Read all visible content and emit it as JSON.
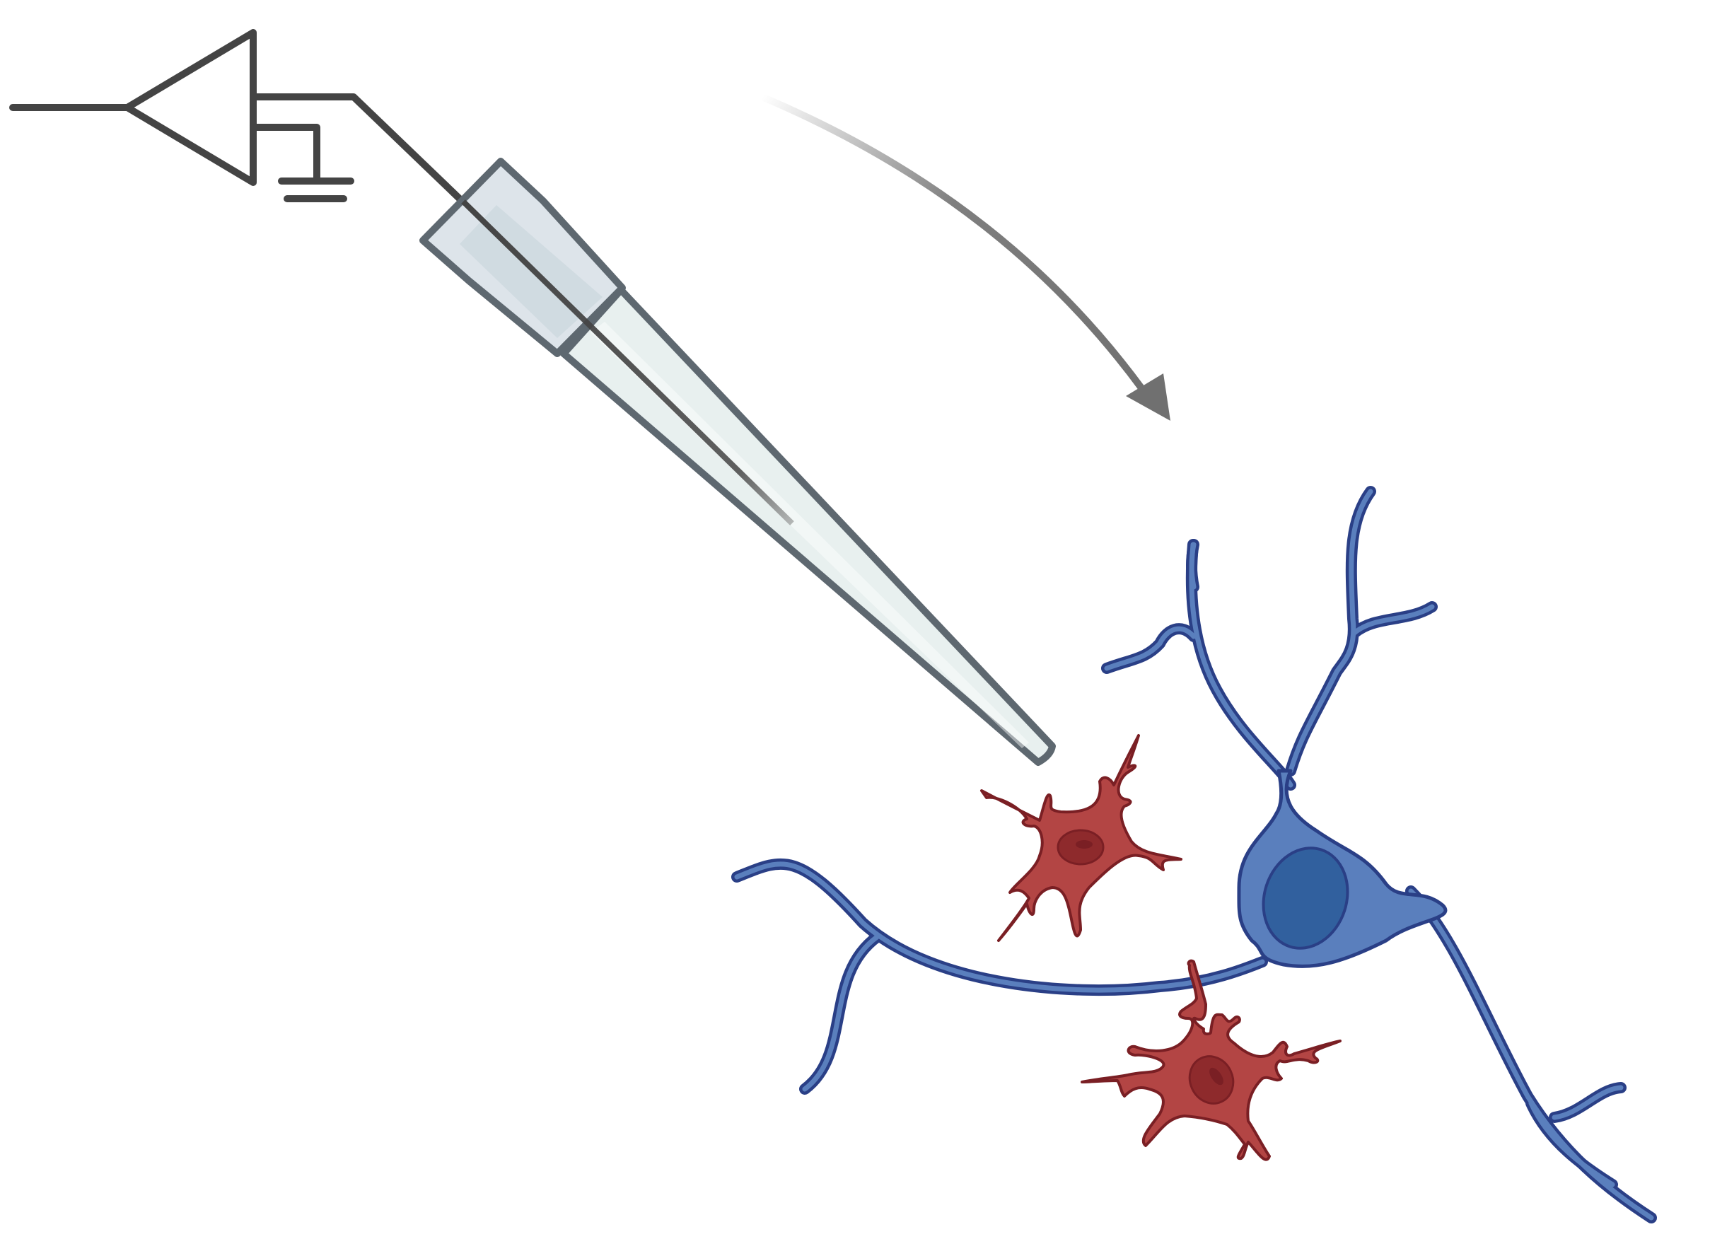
{
  "diagram": {
    "kind": "electrophysiology-recording-schematic",
    "components": [
      {
        "id": "amplifier",
        "icon": "amplifier-triangle-icon"
      },
      {
        "id": "ground",
        "icon": "ground-symbol-icon"
      },
      {
        "id": "recording-pipette",
        "icon": "glass-micropipette-icon"
      },
      {
        "id": "approach-arrow",
        "icon": "curved-arrow-icon"
      },
      {
        "id": "neuron",
        "icon": "neuron-icon"
      },
      {
        "id": "glial-cell-upper",
        "icon": "astrocyte-icon"
      },
      {
        "id": "glial-cell-lower",
        "icon": "astrocyte-icon"
      }
    ],
    "colors": {
      "circuit_line": "#444444",
      "pipette_fill": "#dde4ea",
      "pipette_tip_fill": "#e8f0ef",
      "pipette_outline": "#5e6870",
      "arrow": "#707070",
      "neuron_fill": "#5a7fbd",
      "neuron_outline": "#2a3f86",
      "neuron_nucleus": "#31609e",
      "glia_fill": "#b34544",
      "glia_outline": "#7a1f24",
      "glia_nucleus": "#8e2a2c"
    }
  }
}
